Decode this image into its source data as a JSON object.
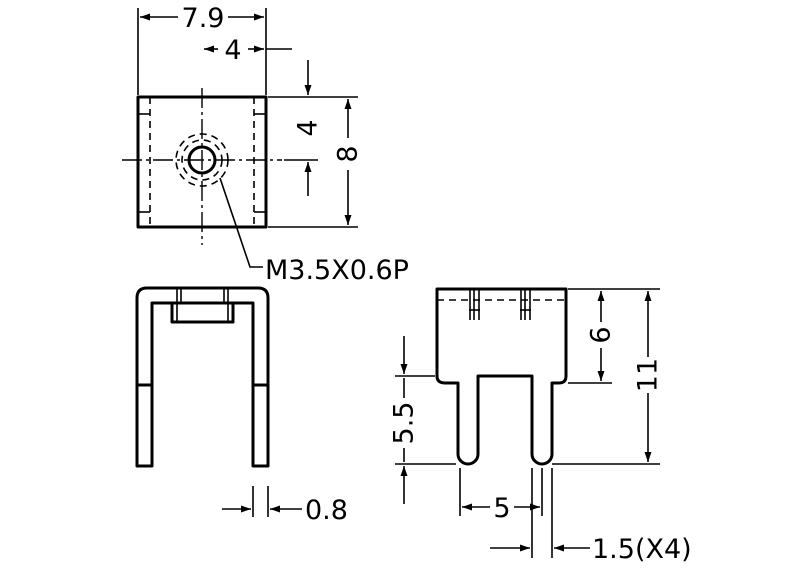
{
  "dimensions": {
    "top_width": "7.9",
    "hole_offset": "4",
    "hole_vertical": "4",
    "top_height": "8",
    "thread": "M3.5X0.6P",
    "thickness": "0.8",
    "pin_spacing": "5",
    "total_height": "11",
    "body_height": "6",
    "pin_length": "5.5",
    "pin_width": "1.5(X4)"
  }
}
